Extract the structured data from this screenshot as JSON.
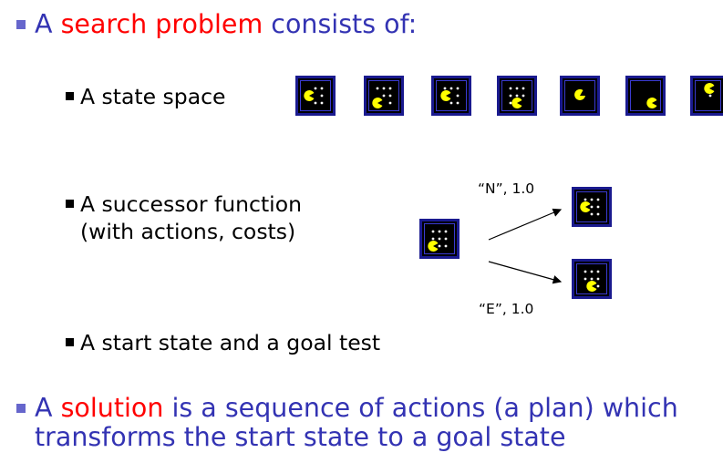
{
  "line1": {
    "prefix": "A ",
    "highlight": "search problem",
    "suffix": " consists of:"
  },
  "items": {
    "state_space": "A state space",
    "successor_line1": "A successor function",
    "successor_line2": "(with actions, costs)",
    "start_goal": "A start state and a goal test"
  },
  "transitions": {
    "north": "“N”, 1.0",
    "east": "“E”, 1.0"
  },
  "line2": {
    "prefix": "A ",
    "highlight": "solution",
    "suffix": " is a sequence of actions (a plan) which",
    "line2": "transforms the start state to a goal state"
  },
  "colors": {
    "title": "#3333b3",
    "highlight": "#ff0000",
    "pacman": "#ffff00",
    "wall": "#2020c0"
  },
  "icons": {
    "pacman": "pacman-icon",
    "food_dot": "food-dot-icon"
  }
}
